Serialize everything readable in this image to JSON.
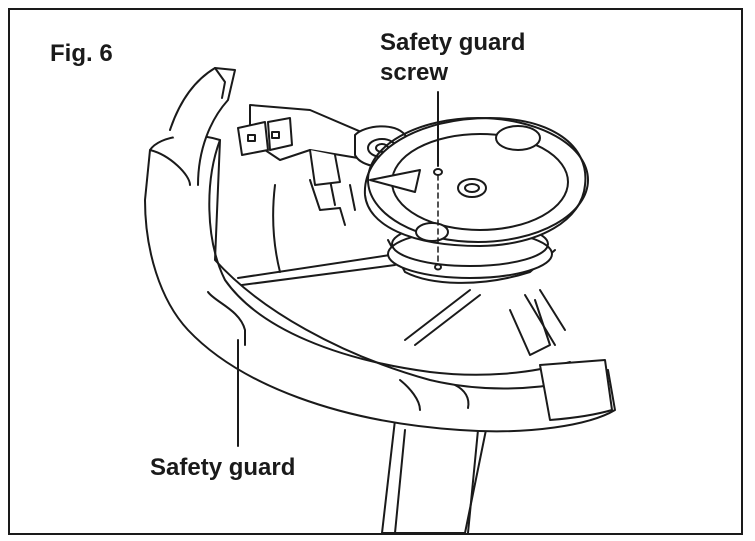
{
  "figure": {
    "label": "Fig. 6",
    "callouts": {
      "screw_line1": "Safety guard",
      "screw_line2": "screw",
      "guard": "Safety guard"
    }
  },
  "colors": {
    "ink": "#1a1a1a",
    "border": "#1a1a1a",
    "background": "#ffffff"
  }
}
